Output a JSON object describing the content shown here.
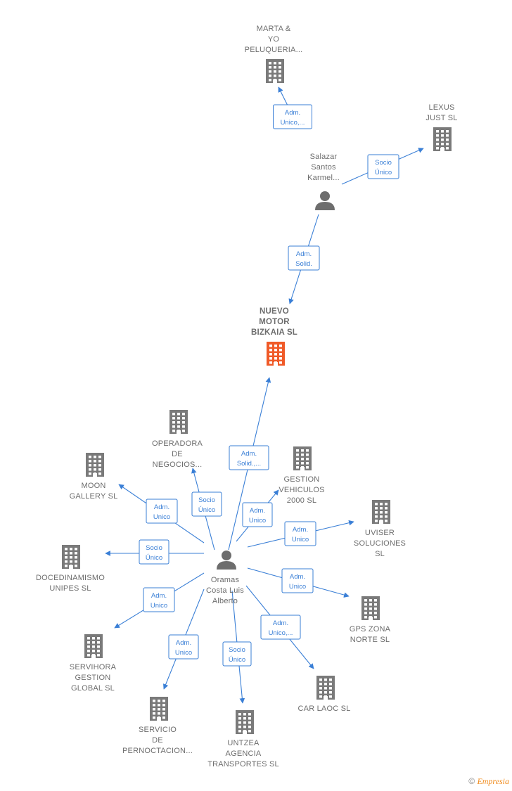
{
  "colors": {
    "edge": "#3a7fd6",
    "building": "#7a7a7a",
    "building_main": "#f05a28",
    "person": "#6d6d6d"
  },
  "nodes": [
    {
      "id": "marta",
      "kind": "company",
      "lines": [
        "MARTA &",
        "YO",
        "PELUQUERIA..."
      ]
    },
    {
      "id": "lexus",
      "kind": "company",
      "lines": [
        "LEXUS",
        "JUST  SL"
      ]
    },
    {
      "id": "salazar",
      "kind": "person",
      "lines": [
        "Salazar",
        "Santos",
        "Karmel..."
      ]
    },
    {
      "id": "nuevo",
      "kind": "company-main",
      "lines": [
        "NUEVO",
        "MOTOR",
        "BIZKAIA  SL"
      ]
    },
    {
      "id": "operadora",
      "kind": "company",
      "lines": [
        "OPERADORA",
        "DE",
        "NEGOCIOS..."
      ]
    },
    {
      "id": "moon",
      "kind": "company",
      "lines": [
        "MOON",
        "GALLERY SL"
      ]
    },
    {
      "id": "gestion",
      "kind": "company",
      "lines": [
        "GESTION",
        "VEHICULOS",
        "2000  SL"
      ]
    },
    {
      "id": "uviser",
      "kind": "company",
      "lines": [
        "UVISER",
        "SOLUCIONES",
        "SL"
      ]
    },
    {
      "id": "doce",
      "kind": "company",
      "lines": [
        "DOCEDINAMISMO",
        "UNIPES  SL"
      ]
    },
    {
      "id": "oramas",
      "kind": "person",
      "lines": [
        "Oramas",
        "Costa Luis",
        "Alberto"
      ]
    },
    {
      "id": "gps",
      "kind": "company",
      "lines": [
        "GPS ZONA",
        "NORTE SL"
      ]
    },
    {
      "id": "servihora",
      "kind": "company",
      "lines": [
        "SERVIHORA",
        "GESTION",
        "GLOBAL  SL"
      ]
    },
    {
      "id": "carlaoc",
      "kind": "company",
      "lines": [
        "CAR LAOC  SL"
      ]
    },
    {
      "id": "servicio",
      "kind": "company",
      "lines": [
        "SERVICIO",
        "DE",
        "PERNOCTACION..."
      ]
    },
    {
      "id": "untzea",
      "kind": "company",
      "lines": [
        "UNTZEA",
        "AGENCIA",
        "TRANSPORTES SL"
      ]
    }
  ],
  "edges": [
    {
      "from": "salazar",
      "to": "marta",
      "label": [
        "Adm.",
        "Unico,..."
      ]
    },
    {
      "from": "salazar",
      "to": "lexus",
      "label": [
        "Socio",
        "Único"
      ]
    },
    {
      "from": "salazar",
      "to": "nuevo",
      "label": [
        "Adm.",
        "Solid."
      ]
    },
    {
      "from": "oramas",
      "to": "nuevo",
      "label": [
        "Adm.",
        "Solid.,..."
      ]
    },
    {
      "from": "oramas",
      "to": "operadora",
      "label": [
        "Socio",
        "Único"
      ]
    },
    {
      "from": "oramas",
      "to": "moon",
      "label": [
        "Adm.",
        "Unico"
      ]
    },
    {
      "from": "oramas",
      "to": "gestion",
      "label": [
        "Adm.",
        "Unico"
      ]
    },
    {
      "from": "oramas",
      "to": "uviser",
      "label": [
        "Adm.",
        "Unico"
      ]
    },
    {
      "from": "oramas",
      "to": "doce",
      "label": [
        "Socio",
        "Único"
      ]
    },
    {
      "from": "oramas",
      "to": "gps",
      "label": [
        "Adm.",
        "Unico"
      ]
    },
    {
      "from": "oramas",
      "to": "servihora",
      "label": [
        "Adm.",
        "Unico"
      ]
    },
    {
      "from": "oramas",
      "to": "carlaoc",
      "label": [
        "Adm.",
        "Unico,..."
      ]
    },
    {
      "from": "oramas",
      "to": "servicio",
      "label": [
        "Adm.",
        "Unico"
      ]
    },
    {
      "from": "oramas",
      "to": "untzea",
      "label": [
        "Socio",
        "Único"
      ]
    }
  ],
  "footer": {
    "copyright": "©",
    "brand": "Empresia"
  }
}
